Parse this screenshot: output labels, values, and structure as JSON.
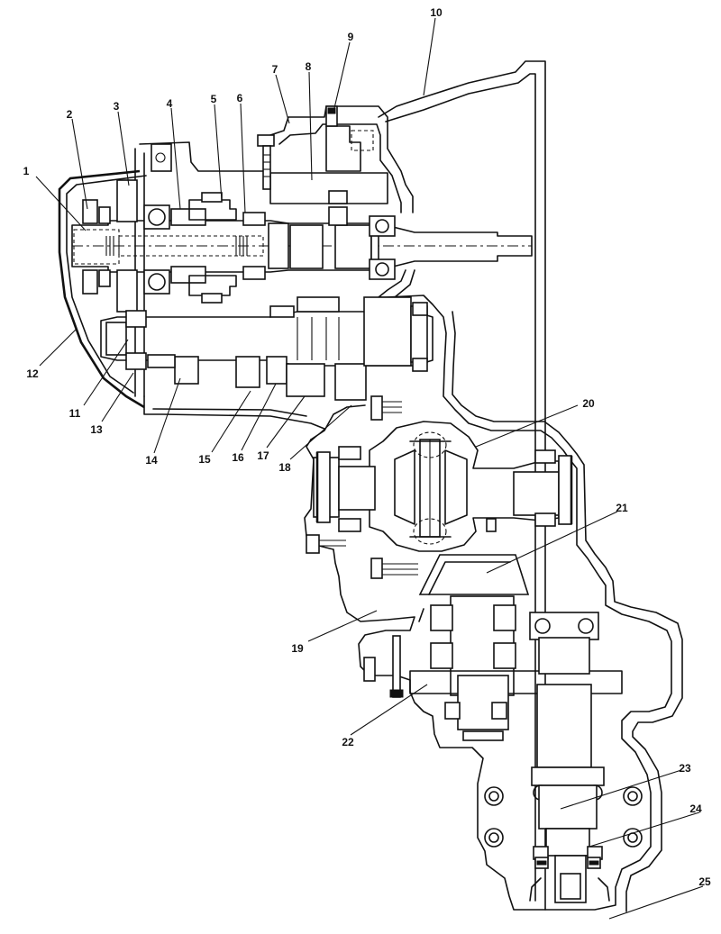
{
  "callouts": [
    {
      "id": "c1",
      "label": "1"
    },
    {
      "id": "c2",
      "label": "2"
    },
    {
      "id": "c3",
      "label": "3"
    },
    {
      "id": "c4",
      "label": "4"
    },
    {
      "id": "c5",
      "label": "5"
    },
    {
      "id": "c6",
      "label": "6"
    },
    {
      "id": "c7",
      "label": "7"
    },
    {
      "id": "c8",
      "label": "8"
    },
    {
      "id": "c9",
      "label": "9"
    },
    {
      "id": "c10",
      "label": "10"
    },
    {
      "id": "c11",
      "label": "11"
    },
    {
      "id": "c12",
      "label": "12"
    },
    {
      "id": "c13",
      "label": "13"
    },
    {
      "id": "c14",
      "label": "14"
    },
    {
      "id": "c15",
      "label": "15"
    },
    {
      "id": "c16",
      "label": "16"
    },
    {
      "id": "c17",
      "label": "17"
    },
    {
      "id": "c18",
      "label": "18"
    },
    {
      "id": "c19",
      "label": "19"
    },
    {
      "id": "c20",
      "label": "20"
    },
    {
      "id": "c21",
      "label": "21"
    },
    {
      "id": "c22",
      "label": "22"
    },
    {
      "id": "c23",
      "label": "23"
    },
    {
      "id": "c24",
      "label": "24"
    },
    {
      "id": "c25",
      "label": "25"
    }
  ]
}
